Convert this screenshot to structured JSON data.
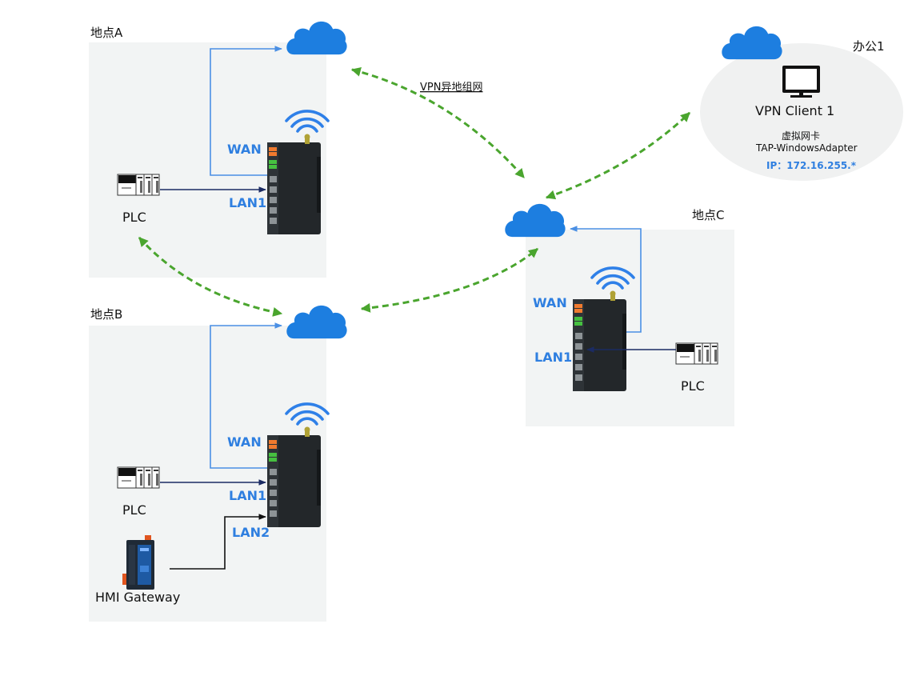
{
  "sites": {
    "a": {
      "title": "地点A",
      "wan_label": "WAN",
      "lan1_label": "LAN1",
      "plc_label": "PLC"
    },
    "b": {
      "title": "地点B",
      "wan_label": "WAN",
      "lan1_label": "LAN1",
      "lan2_label": "LAN2",
      "plc_label": "PLC",
      "hmi_label": "HMI Gateway"
    },
    "c": {
      "title": "地点C",
      "wan_label": "WAN",
      "lan1_label": "LAN1",
      "plc_label": "PLC"
    }
  },
  "office": {
    "title": "办公1",
    "client_label": "VPN Client 1",
    "adapter_line1": "虚拟网卡",
    "adapter_line2": "TAP-WindowsAdapter",
    "ip_label": "IP：172.16.255.*"
  },
  "vpn_label": "VPN异地组网",
  "colors": {
    "cloud": "#1d7ee0",
    "vpn_link": "#4aa52e",
    "wan_line": "#4a8fe4",
    "lan_line": "#1b2b63",
    "port_label": "#2f7fe0",
    "zone_bg": "#f2f4f4"
  }
}
